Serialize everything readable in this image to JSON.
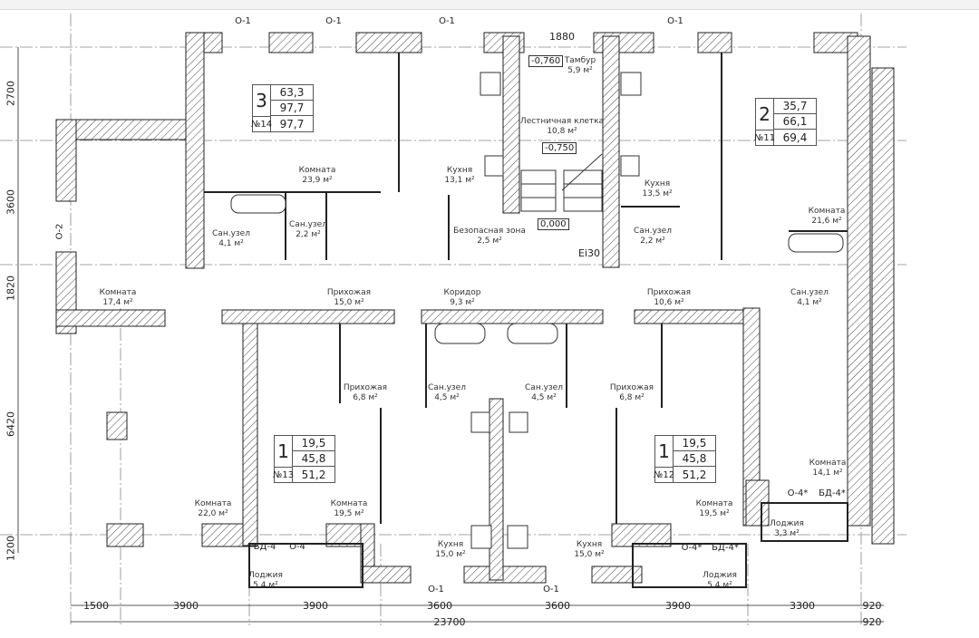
{
  "plan": {
    "rooms": [
      {
        "name": "Комната",
        "area": "23,9 м²"
      },
      {
        "name": "Кухня",
        "area": "13,1 м²"
      },
      {
        "name": "Тамбур",
        "area": "5,9 м²"
      },
      {
        "name": "Лестничная клетка",
        "area": "10,8 м²"
      },
      {
        "name": "Кухня",
        "area": "13,5 м²"
      },
      {
        "name": "Комната",
        "area": "21,6 м²"
      },
      {
        "name": "Сан.узел",
        "area": "4,1 м²"
      },
      {
        "name": "Сан.узел",
        "area": "2,2 м²"
      },
      {
        "name": "Безопасная зона",
        "area": "2,5 м²"
      },
      {
        "name": "Сан.узел",
        "area": "2,2 м²"
      },
      {
        "name": "Комната",
        "area": "17,4 м²"
      },
      {
        "name": "Прихожая",
        "area": "15,0 м²"
      },
      {
        "name": "Коридор",
        "area": "9,3 м²"
      },
      {
        "name": "Прихожая",
        "area": "10,6 м²"
      },
      {
        "name": "Сан.узел",
        "area": "4,1 м²"
      },
      {
        "name": "Прихожая",
        "area": "6,8 м²"
      },
      {
        "name": "Сан.узел",
        "area": "4,5 м²"
      },
      {
        "name": "Сан.узел",
        "area": "4,5 м²"
      },
      {
        "name": "Прихожая",
        "area": "6,8 м²"
      },
      {
        "name": "Комната",
        "area": "14,1 м²"
      },
      {
        "name": "Комната",
        "area": "22,0 м²"
      },
      {
        "name": "Комната",
        "area": "19,5 м²"
      },
      {
        "name": "Комната",
        "area": "19,5 м²"
      },
      {
        "name": "Лоджия",
        "area": "3,3 м²"
      },
      {
        "name": "Кухня",
        "area": "15,0 м²"
      },
      {
        "name": "Кухня",
        "area": "15,0 м²"
      },
      {
        "name": "Лоджия",
        "area": "5,4 м²"
      },
      {
        "name": "Лоджия",
        "area": "5,4 м²"
      }
    ],
    "apartments": [
      {
        "rooms": "3",
        "number": "№14",
        "living": "63,3",
        "total": "97,7",
        "total_with_loggia": "97,7"
      },
      {
        "rooms": "2",
        "number": "№11",
        "living": "35,7",
        "total": "66,1",
        "total_with_loggia": "69,4"
      },
      {
        "rooms": "1",
        "number": "№13",
        "living": "19,5",
        "total": "45,8",
        "total_with_loggia": "51,2"
      },
      {
        "rooms": "1",
        "number": "№12",
        "living": "19,5",
        "total": "45,8",
        "total_with_loggia": "51,2"
      }
    ],
    "levels": [
      "-0,760",
      "-0,750",
      "0,000"
    ],
    "fire_rating": "Ei30",
    "marks": [
      "О-1",
      "О-1",
      "О-1",
      "О-1",
      "О-1",
      "О-1",
      "О-2",
      "БД-4",
      "О-4",
      "О-4*",
      "БД-4*",
      "О-4*",
      "БД-4*"
    ],
    "dims_left": [
      "2700",
      "3600",
      "1820",
      "6420",
      "1200"
    ],
    "dims_bottom": [
      "1500",
      "3900",
      "3900",
      "3600",
      "3600",
      "3900",
      "3300",
      "920"
    ],
    "dims_total": [
      "23700",
      "920"
    ],
    "dim_top": "1880"
  }
}
